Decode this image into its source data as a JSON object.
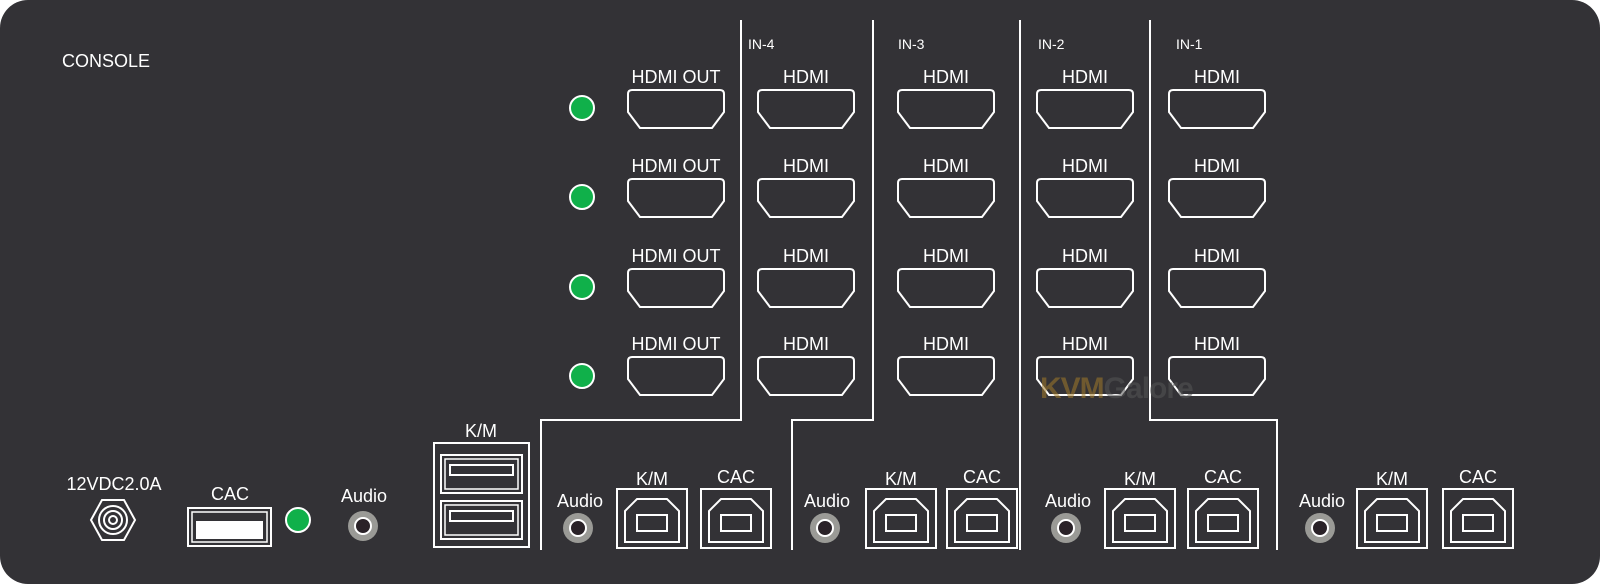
{
  "panel": {
    "console_label": "CONSOLE",
    "power_label": "12VDC2.0A",
    "console_cac_label": "CAC",
    "console_audio_label": "Audio",
    "console_km_label": "K/M",
    "hdmi_out_label": "HDMI OUT",
    "hdmi_label": "HDMI",
    "inputs": [
      {
        "name": "IN-4",
        "audio": "Audio",
        "km": "K/M",
        "cac": "CAC"
      },
      {
        "name": "IN-3",
        "audio": "Audio",
        "km": "K/M",
        "cac": "CAC"
      },
      {
        "name": "IN-2",
        "audio": "Audio",
        "km": "K/M",
        "cac": "CAC"
      },
      {
        "name": "IN-1",
        "audio": "Audio",
        "km": "K/M",
        "cac": "CAC"
      }
    ],
    "watermark": {
      "part1": "KVM",
      "part2": "Galore"
    }
  },
  "colors": {
    "panel": "#333236",
    "led": "#10b04a",
    "line": "#ffffff",
    "jack": "#9a9a96"
  }
}
